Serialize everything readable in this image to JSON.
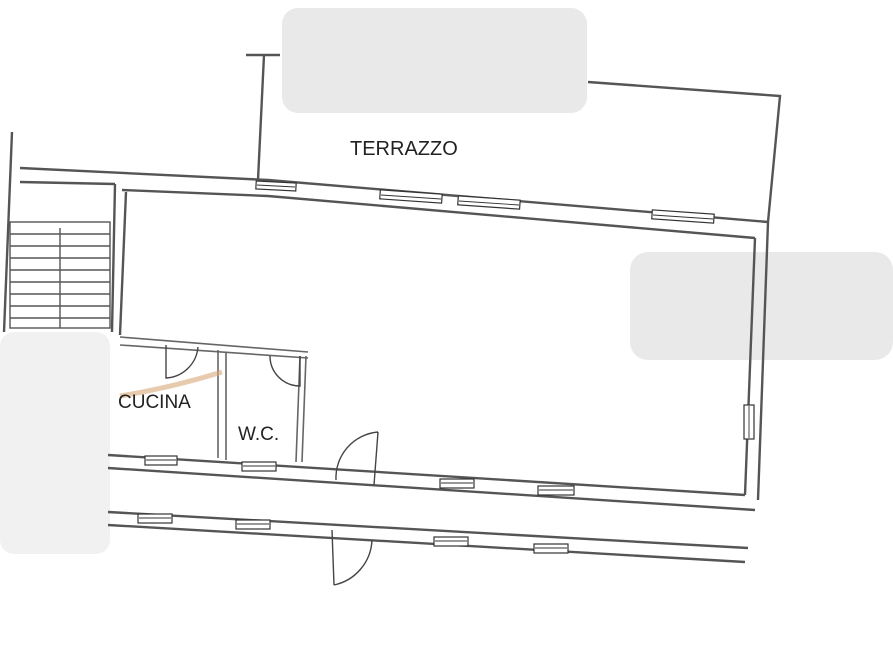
{
  "rooms": {
    "terrace": "TERRAZZO",
    "kitchen": "CUCINA",
    "wc": "W.C."
  },
  "colors": {
    "wall": "#555555",
    "kitchen_accent": "#c98a52",
    "redaction": "#e9e9e9"
  }
}
